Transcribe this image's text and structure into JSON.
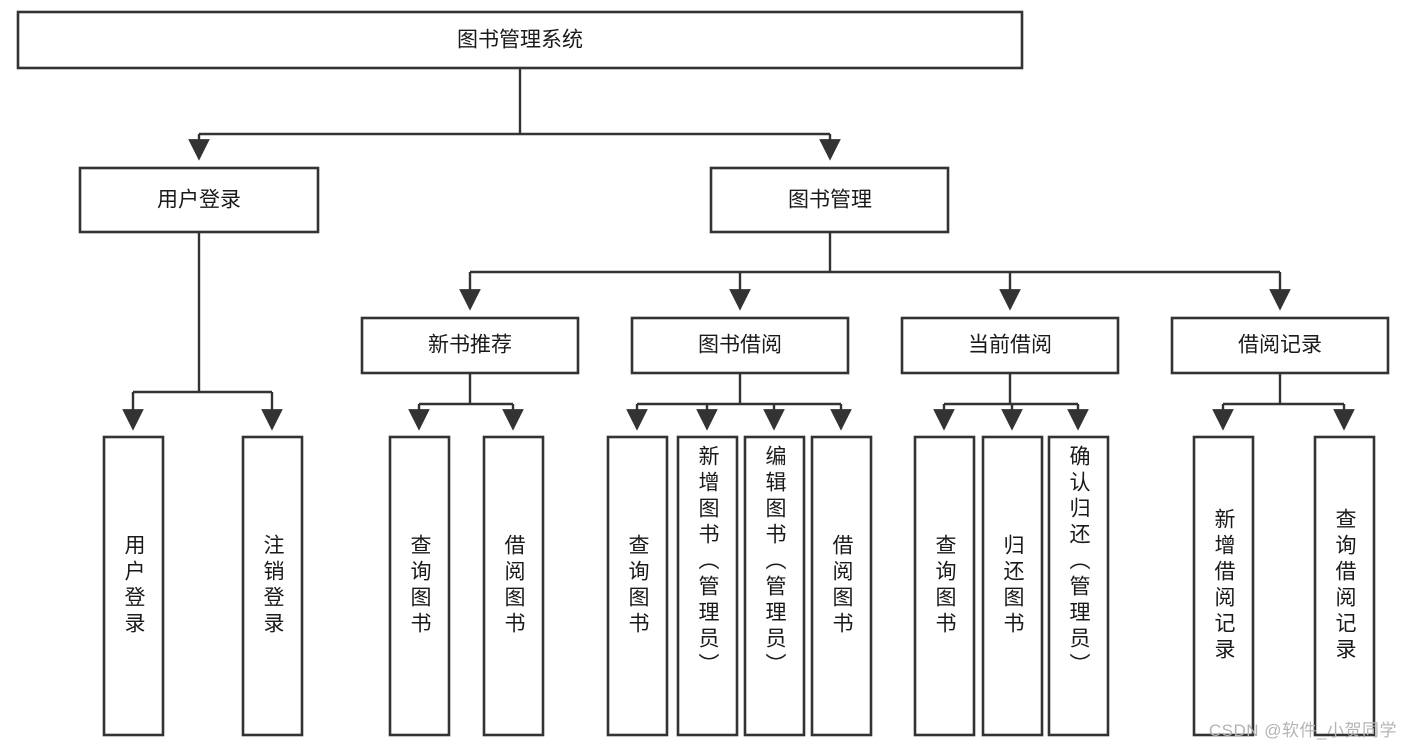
{
  "diagram": {
    "type": "hierarchy-tree",
    "title": "图书管理系统",
    "orientation": "top-down",
    "colors": {
      "box_stroke": "#333333",
      "box_fill": "#ffffff",
      "text": "#1a1a1a",
      "connector": "#333333",
      "watermark": "#b4b4b4",
      "background": "#ffffff"
    },
    "levels": {
      "root": {
        "label": "图书管理系统"
      },
      "level2": [
        {
          "id": "user-login",
          "label": "用户登录"
        },
        {
          "id": "book-management",
          "label": "图书管理"
        }
      ],
      "level3": [
        {
          "id": "new-book-recommend",
          "label": "新书推荐"
        },
        {
          "id": "book-borrow",
          "label": "图书借阅"
        },
        {
          "id": "current-borrow",
          "label": "当前借阅"
        },
        {
          "id": "borrow-record",
          "label": "借阅记录"
        }
      ],
      "level4": [
        {
          "id": "leaf-user-login",
          "label": "用户登录",
          "parent": "user-login"
        },
        {
          "id": "leaf-logout-login",
          "label": "注销登录",
          "parent": "user-login"
        },
        {
          "id": "leaf-query-book-1",
          "label": "查询图书",
          "parent": "new-book-recommend"
        },
        {
          "id": "leaf-borrow-book-1",
          "label": "借阅图书",
          "parent": "new-book-recommend"
        },
        {
          "id": "leaf-query-book-2",
          "label": "查询图书",
          "parent": "book-borrow"
        },
        {
          "id": "leaf-add-book",
          "label": "新增图书（管理员）",
          "parent": "book-borrow"
        },
        {
          "id": "leaf-edit-book",
          "label": "编辑图书（管理员）",
          "parent": "book-borrow"
        },
        {
          "id": "leaf-borrow-book-2",
          "label": "借阅图书",
          "parent": "book-borrow"
        },
        {
          "id": "leaf-query-book-3",
          "label": "查询图书",
          "parent": "current-borrow"
        },
        {
          "id": "leaf-return-book",
          "label": "归还图书",
          "parent": "current-borrow"
        },
        {
          "id": "leaf-confirm-return",
          "label": "确认归还（管理员）",
          "parent": "current-borrow"
        },
        {
          "id": "leaf-add-record",
          "label": "新增借阅记录",
          "parent": "borrow-record"
        },
        {
          "id": "leaf-query-record",
          "label": "查询借阅记录",
          "parent": "borrow-record"
        }
      ]
    }
  },
  "watermark": {
    "text": "CSDN @软件_小贺同学"
  }
}
